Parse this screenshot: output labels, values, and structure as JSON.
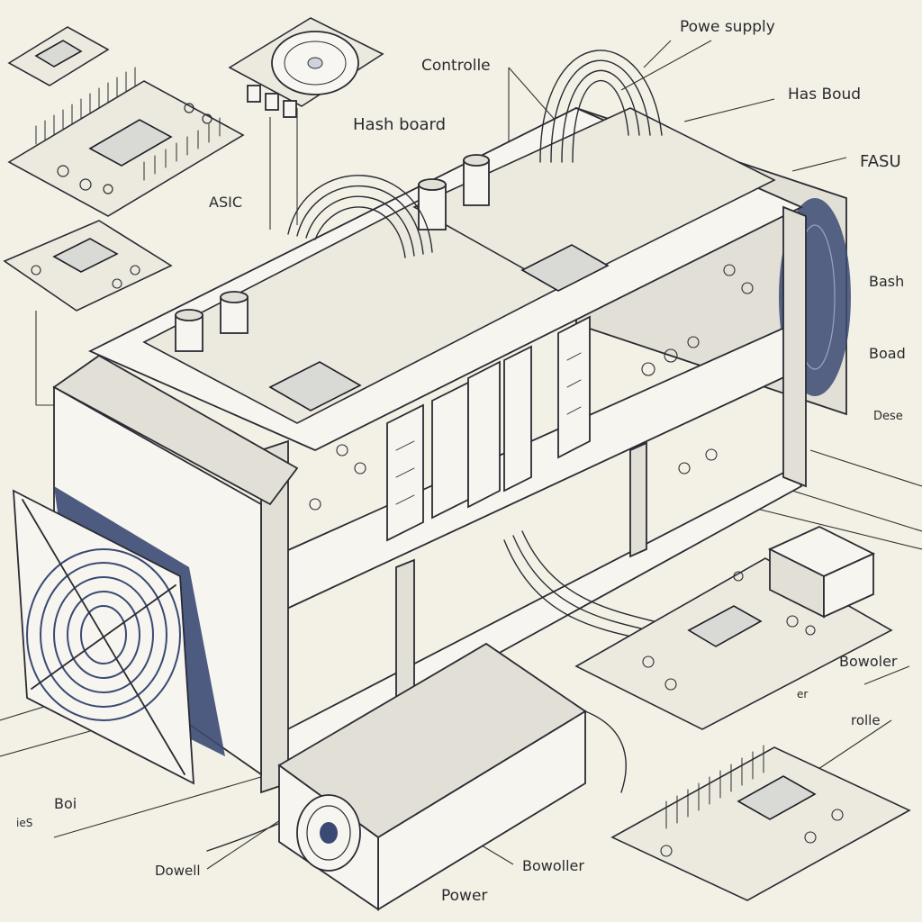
{
  "labels": {
    "power_supply": "Powe supply",
    "controlle": "Controlle",
    "has_boud": "Has Boud",
    "hash_board_top": "Hash board",
    "fasu": "FASU",
    "asic": "ASIC",
    "bash": "Bash",
    "boad": "Boad",
    "dese": "Dese",
    "bowoler": "Bowoler",
    "er": "er",
    "rolle": "rolle",
    "boi": "Boi",
    "ies": "ieS",
    "dowell": "Dowell",
    "bowoller": "Bowoller",
    "power": "Power"
  },
  "colors": {
    "background": "#f3f1e6",
    "ink": "#2b2b33",
    "fan_blue": "#3b4a73"
  },
  "icons": [
    "fan-icon",
    "asic-chip-icon",
    "capacitor-icon",
    "heatsink-icon",
    "cable-icon"
  ]
}
